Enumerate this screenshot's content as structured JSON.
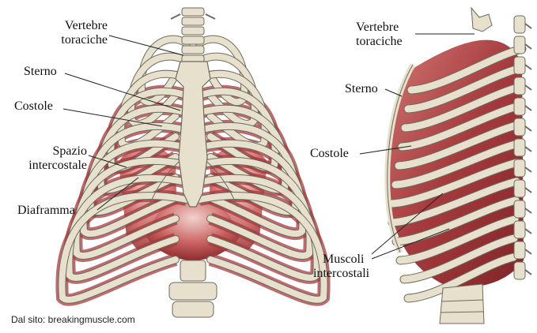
{
  "front_view": {
    "labels": {
      "vertebre": [
        "Vertebre",
        "toraciche"
      ],
      "sterno": "Sterno",
      "costole": "Costole",
      "spazio": [
        "Spazio",
        "intercostale"
      ],
      "diaframma": "Diaframma"
    }
  },
  "side_view": {
    "labels": {
      "vertebre": [
        "Vertebre",
        "toraciche"
      ],
      "sterno": "Sterno",
      "costole": "Costole",
      "muscoli": [
        "Muscoli",
        "intercostali"
      ]
    }
  },
  "credit": "Dal sito: breakingmuscle.com",
  "colors": {
    "bone": "#e6e0cc",
    "bone_outline": "#6f6a5c",
    "muscle": "#b5474a",
    "muscle_dark": "#7f2528",
    "muscle_light": "#e3a9a5",
    "leader": "#222222"
  }
}
